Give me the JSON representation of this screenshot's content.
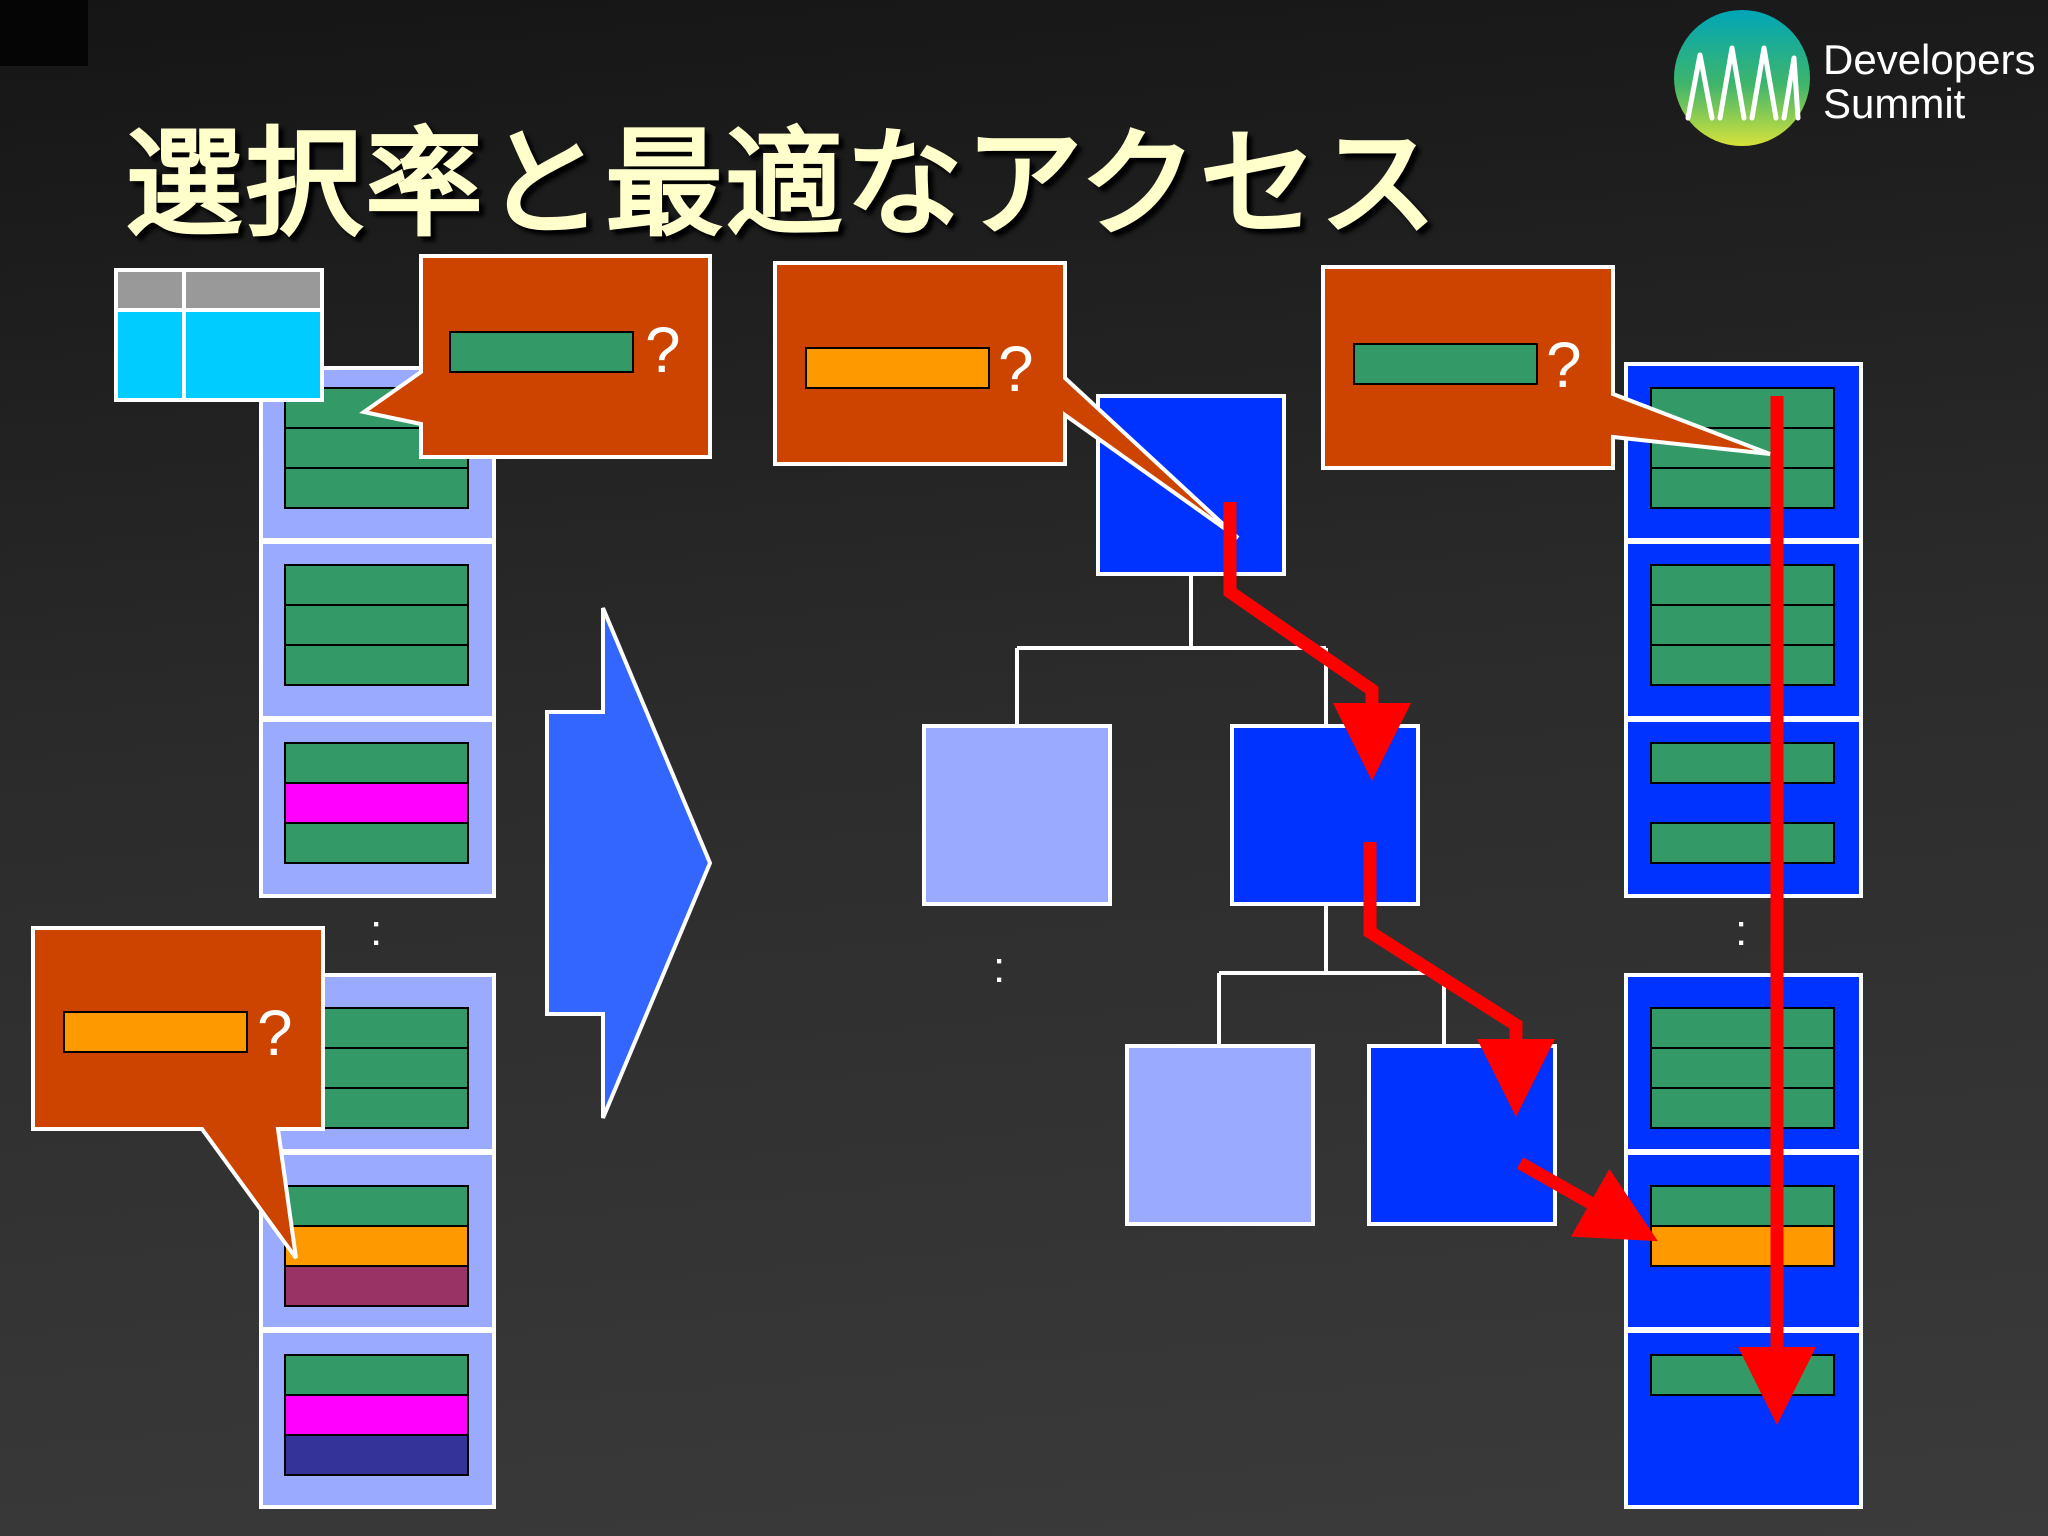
{
  "slide": {
    "title": "選択率と最適なアクセス",
    "logo": {
      "line1": "Developers",
      "line2": "Summit"
    }
  },
  "callouts": {
    "q1": "?",
    "q2": "?",
    "q3": "?",
    "q4": "?"
  },
  "ellipses": {
    "e1": ":",
    "e2": ":",
    "e3": ":"
  },
  "colors": {
    "callout": "#cc4400",
    "green_row": "#339966",
    "orange_row": "#ff9900",
    "magenta_row": "#ff00ff",
    "plum_row": "#993366",
    "navy_row": "#333399",
    "page_light": "#99aaff",
    "page_dark": "#0033ff",
    "table_header": "#999999",
    "table_body": "#00ccff",
    "arrow_blue": "#3366ff",
    "path_red": "#ff0000",
    "title_text": "#ffffcc"
  }
}
